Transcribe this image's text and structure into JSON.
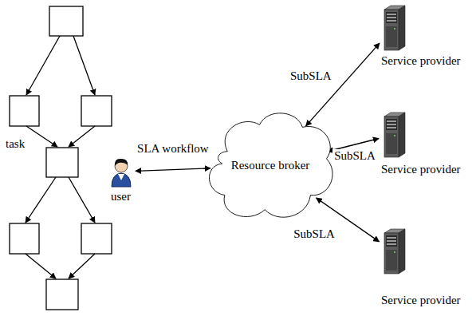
{
  "diagram": {
    "nodes": [
      {
        "text": [
          "user"
        ]
      },
      {
        "text": [
          "Resource broker"
        ]
      },
      {
        "text": [
          "Service provider"
        ]
      },
      {
        "text": [
          "Service provider"
        ]
      },
      {
        "text": [
          "Service provider"
        ]
      }
    ],
    "edges": [
      {
        "from": 0,
        "to": 1,
        "arrow": "both",
        "label": "SLA workflow"
      },
      {
        "from": 1,
        "to": 2,
        "arrow": "both",
        "label": "SubSLA"
      },
      {
        "from": 1,
        "to": 3,
        "arrow": "both",
        "label": "SubSLA"
      },
      {
        "from": 1,
        "to": 4,
        "arrow": "both",
        "label": "SubSLA"
      }
    ],
    "labels": [
      "task"
    ]
  }
}
